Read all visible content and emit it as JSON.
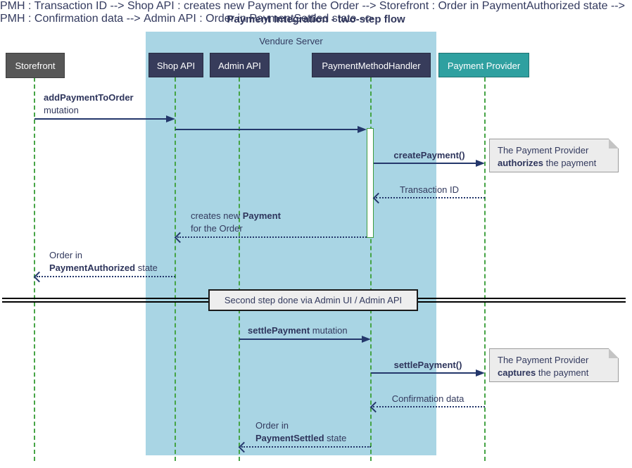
{
  "title": "Payment Integration - two-step flow",
  "container": {
    "label": "Vendure Server"
  },
  "participants": [
    {
      "name": "Storefront",
      "type": "external"
    },
    {
      "name": "Shop API",
      "type": "server"
    },
    {
      "name": "Admin API",
      "type": "server"
    },
    {
      "name": "PaymentMethodHandler",
      "type": "server"
    },
    {
      "name": "Payment Provider",
      "type": "provider"
    }
  ],
  "messages": {
    "m1_line1_bold": "addPaymentToOrder",
    "m1_line2": "mutation",
    "m3_label_bold": "createPayment()",
    "m4_label": "Transaction ID",
    "m5_pre": "creates new",
    "m5_bold": "Payment",
    "m5_line2": "for the Order",
    "m6_line1": "Order in",
    "m6_bold": "PaymentAuthorized",
    "m6_rest": "state",
    "m7_bold": "settlePayment",
    "m7_rest": "mutation",
    "m8_label_bold": "settlePayment()",
    "m9_label": "Confirmation data",
    "m10_line1": "Order in",
    "m10_bold": "PaymentSettled",
    "m10_rest": "state"
  },
  "divider": {
    "label": "Second step done via Admin UI / Admin API"
  },
  "notes": {
    "note1_line1": "The Payment Provider",
    "note1_bold": "authorizes",
    "note1_rest": "the payment",
    "note2_line1": "The Payment Provider",
    "note2_bold": "captures",
    "note2_rest": "the payment"
  },
  "colors": {
    "server_box": "#373C5B",
    "external_box": "#575757",
    "provider_box": "#2FA0A0",
    "container_bg": "#A9D5E4",
    "lifeline_green": "#46A446",
    "activation_border": "#3D9C3D",
    "arrow_navy": "#24376B",
    "text_navy": "#333A5E",
    "note_bg": "#ECECEC",
    "divider_box_bg": "#EEEEEE"
  }
}
